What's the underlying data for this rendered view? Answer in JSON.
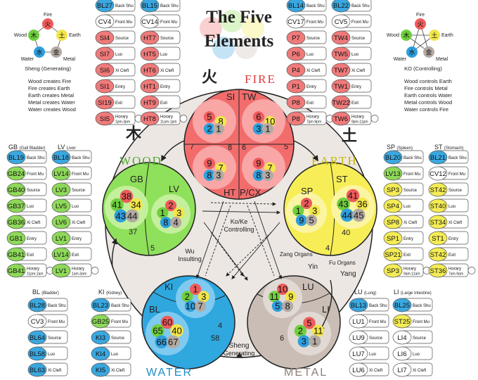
{
  "title_line1": "The Five",
  "title_line2": "Elements",
  "sheng_legend": {
    "caption": "Sheng (Generating)",
    "labels": {
      "fire": "Fire",
      "wood": "Wood",
      "earth": "Earth",
      "water": "Water",
      "metal": "Metal"
    },
    "lines": [
      "Wood creates Fire",
      "Fire creates Earth",
      "Earth creates Metal",
      "Metal creates Water",
      "Water creates Wood"
    ]
  },
  "ko_legend": {
    "caption": "KO (Controlling)",
    "labels": {
      "fire": "Fire",
      "wood": "Wood",
      "earth": "Earth",
      "water": "Water",
      "metal": "Metal"
    },
    "lines": [
      "Wood controls Earth",
      "Fire controls Metal",
      "Earth controls Water",
      "Metal controls Wood",
      "Water controls Fire"
    ]
  },
  "glyphs": {
    "fire": "火",
    "wood": "木",
    "earth": "土",
    "water": "水",
    "metal": "金"
  },
  "elements": {
    "fire": {
      "label": "FIRE",
      "glyph": "火",
      "organs": [
        "SI",
        "TW",
        "HT",
        "P/CX"
      ]
    },
    "wood": {
      "label": "WOOD",
      "glyph": "木",
      "organs": [
        "GB",
        "LV"
      ]
    },
    "earth": {
      "label": "EARTH",
      "glyph": "土",
      "organs": [
        "SP",
        "ST"
      ]
    },
    "water": {
      "label": "WATER",
      "organs": [
        "KI",
        "BL"
      ]
    },
    "metal": {
      "label": "METAL",
      "organs": [
        "LU",
        "LI"
      ]
    }
  },
  "center": {
    "controlling": [
      "Ko/Ke",
      "Controlling"
    ],
    "insulting": [
      "Wu",
      "Insulting"
    ],
    "zang": "Zang Organs",
    "fu": "Fu Organs",
    "yin": "Yin",
    "yang": "Yang",
    "generating": [
      "Sheng",
      "Generating"
    ]
  },
  "point_labels": {
    "fire_si": [
      "5",
      "8",
      "2",
      "1"
    ],
    "fire_tw": [
      "6",
      "10",
      "3",
      "1"
    ],
    "fire_ht": [
      "9",
      "7",
      "8",
      "3"
    ],
    "fire_pc": [
      "9",
      "7",
      "8",
      "3"
    ],
    "wood_gb": [
      "38",
      "41",
      "34",
      "43",
      "44"
    ],
    "wood_lv": [
      "2",
      "1",
      "3",
      "8",
      "4"
    ],
    "earth_sp": [
      "2",
      "1",
      "3",
      "9",
      "5"
    ],
    "earth_st": [
      "41",
      "43",
      "36",
      "44",
      "45"
    ],
    "water_ki": [
      "1",
      "2",
      "3",
      "10",
      "7"
    ],
    "water_bl": [
      "60",
      "65",
      "40",
      "66",
      "67"
    ],
    "metal_lu": [
      "10",
      "11",
      "9",
      "5",
      "8"
    ],
    "metal_li": [
      "5",
      "2",
      "11",
      "3",
      "1"
    ]
  },
  "ring_numbers": {
    "fire": [
      "7",
      "8",
      "6",
      "5"
    ],
    "wood": [
      "37",
      "5"
    ],
    "earth": [
      "40",
      "4"
    ],
    "water": [
      "4",
      "58"
    ],
    "metal": [
      "6"
    ]
  },
  "headers": {
    "gb": "GB",
    "gb_sub": "(Gall Bladder)",
    "lv": "LV",
    "lv_sub": "Liver",
    "sp": "SP",
    "sp_sub": "(Spleen)",
    "st": "ST",
    "st_sub": "(Stomach)",
    "bl": "BL",
    "bl_sub": "(Bladder)",
    "ki": "KI",
    "ki_sub": "(Kidney)",
    "lu": "LU",
    "lu_sub": "(Lung)",
    "li": "LI",
    "li_sub": "(Large Intestine)"
  },
  "tables": {
    "top_left": [
      [
        {
          "c": "BL27",
          "t": "Back Shu",
          "k": "b"
        },
        {
          "c": "BL15",
          "t": "Back Shu",
          "k": "b"
        }
      ],
      [
        {
          "c": "CV4",
          "t": "Front Mu",
          "k": "w"
        },
        {
          "c": "CV14",
          "t": "Front Mu",
          "k": "w"
        }
      ],
      [
        {
          "c": "SI4",
          "t": "Source",
          "k": "r"
        },
        {
          "c": "HT7",
          "t": "Source",
          "k": "r"
        }
      ],
      [
        {
          "c": "SI7",
          "t": "Luo",
          "k": "r"
        },
        {
          "c": "HT5",
          "t": "Luo",
          "k": "r"
        }
      ],
      [
        {
          "c": "SI6",
          "t": "Xi Cleft",
          "k": "r"
        },
        {
          "c": "HT6",
          "t": "Xi Cleft",
          "k": "r"
        }
      ],
      [
        {
          "c": "SI1",
          "t": "Entry",
          "k": "r"
        },
        {
          "c": "HT1",
          "t": "Entry",
          "k": "r"
        }
      ],
      [
        {
          "c": "SI19",
          "t": "Exit",
          "k": "r"
        },
        {
          "c": "HT9",
          "t": "Exit",
          "k": "r"
        }
      ],
      [
        {
          "c": "SI5",
          "t": "Horary",
          "t2": "1pm-3pm",
          "k": "r"
        },
        {
          "c": "HT8",
          "t": "Horary",
          "t2": "11am-1pm",
          "k": "r"
        }
      ]
    ],
    "top_right": [
      [
        {
          "c": "BL14",
          "t": "Back Shu",
          "k": "b"
        },
        {
          "c": "BL22",
          "t": "Back Shu",
          "k": "b"
        }
      ],
      [
        {
          "c": "CV17",
          "t": "Front Mu",
          "k": "w"
        },
        {
          "c": "CV5",
          "t": "Front Mu",
          "k": "w"
        }
      ],
      [
        {
          "c": "P7",
          "t": "Source",
          "k": "r"
        },
        {
          "c": "TW4",
          "t": "Source",
          "k": "r"
        }
      ],
      [
        {
          "c": "P6",
          "t": "Luo",
          "k": "r"
        },
        {
          "c": "TW5",
          "t": "Luo",
          "k": "r"
        }
      ],
      [
        {
          "c": "P4",
          "t": "Xi Cleft",
          "k": "r"
        },
        {
          "c": "TW7",
          "t": "Xi Cleft",
          "k": "r"
        }
      ],
      [
        {
          "c": "P1",
          "t": "Entry",
          "k": "r"
        },
        {
          "c": "TW1",
          "t": "Entry",
          "k": "r"
        }
      ],
      [
        {
          "c": "P8",
          "t": "Exit",
          "k": "r"
        },
        {
          "c": "TW22",
          "t": "Exit",
          "k": "r"
        }
      ],
      [
        {
          "c": "P8",
          "t": "Horary",
          "t2": "7pm-9pm",
          "k": "r"
        },
        {
          "c": "TW6",
          "t": "Horary",
          "t2": "9pm-11pm",
          "k": "r"
        }
      ]
    ],
    "mid_left": [
      [
        {
          "c": "BL19",
          "t": "Back Shu",
          "k": "b"
        },
        {
          "c": "BL18",
          "t": "Back Shu",
          "k": "b"
        }
      ],
      [
        {
          "c": "GB24",
          "t": "Front Mu",
          "k": "g"
        },
        {
          "c": "LV14",
          "t": "Front Mu",
          "k": "g"
        }
      ],
      [
        {
          "c": "GB40",
          "t": "Source",
          "k": "g"
        },
        {
          "c": "LV3",
          "t": "Source",
          "k": "g"
        }
      ],
      [
        {
          "c": "GB37",
          "t": "Luo",
          "k": "g"
        },
        {
          "c": "LV5",
          "t": "Luo",
          "k": "g"
        }
      ],
      [
        {
          "c": "GB36",
          "t": "Xi Cleft",
          "k": "g"
        },
        {
          "c": "LV6",
          "t": "Xi Cleft",
          "k": "g"
        }
      ],
      [
        {
          "c": "GB1",
          "t": "Entry",
          "k": "g"
        },
        {
          "c": "LV1",
          "t": "Entry",
          "k": "g"
        }
      ],
      [
        {
          "c": "GB41",
          "t": "Exit",
          "k": "g"
        },
        {
          "c": "LV14",
          "t": "Exit",
          "k": "g"
        }
      ],
      [
        {
          "c": "GB41",
          "t": "Horary",
          "t2": "11pm-1am",
          "k": "g"
        },
        {
          "c": "LV1",
          "t": "Horary",
          "t2": "1am-3am",
          "k": "g"
        }
      ]
    ],
    "mid_right": [
      [
        {
          "c": "BL20",
          "t": "Back Shu",
          "k": "b"
        },
        {
          "c": "BL21",
          "t": "Back Shu",
          "k": "b"
        }
      ],
      [
        {
          "c": "LV13",
          "t": "Front Mu",
          "k": "g"
        },
        {
          "c": "CV12",
          "t": "Front Mu",
          "k": "w"
        }
      ],
      [
        {
          "c": "SP3",
          "t": "Source",
          "k": "y"
        },
        {
          "c": "ST42",
          "t": "Source",
          "k": "y"
        }
      ],
      [
        {
          "c": "SP4",
          "t": "Luo",
          "k": "y"
        },
        {
          "c": "ST40",
          "t": "Luo",
          "k": "y"
        }
      ],
      [
        {
          "c": "SP8",
          "t": "Xi Cleft",
          "k": "y"
        },
        {
          "c": "ST34",
          "t": "Xi Cleft",
          "k": "y"
        }
      ],
      [
        {
          "c": "SP1",
          "t": "Entry",
          "k": "y"
        },
        {
          "c": "ST1",
          "t": "Entry",
          "k": "y"
        }
      ],
      [
        {
          "c": "SP21",
          "t": "Exit",
          "k": "y"
        },
        {
          "c": "ST42",
          "t": "Exit",
          "k": "y"
        }
      ],
      [
        {
          "c": "SP3",
          "t": "Horary",
          "t2": "9am-11am",
          "k": "y"
        },
        {
          "c": "ST36",
          "t": "Horary",
          "t2": "7am-9am",
          "k": "y"
        }
      ]
    ],
    "bot_left": [
      [
        {
          "c": "BL28",
          "t": "Back Shu",
          "k": "b"
        },
        {
          "c": "BL23",
          "t": "Back Shu",
          "k": "b"
        }
      ],
      [
        {
          "c": "CV3",
          "t": "Front Mu",
          "k": "w"
        },
        {
          "c": "GB25",
          "t": "Front Mu",
          "k": "g"
        }
      ],
      [
        {
          "c": "BL64",
          "t": "Source",
          "k": "b"
        },
        {
          "c": "KI3",
          "t": "Source",
          "k": "b"
        }
      ],
      [
        {
          "c": "BL58",
          "t": "Luo",
          "k": "b"
        },
        {
          "c": "KI4",
          "t": "Luo",
          "k": "b"
        }
      ],
      [
        {
          "c": "BL63",
          "t": "Xi Cleft",
          "k": "b"
        },
        {
          "c": "KI5",
          "t": "Xi Cleft",
          "k": "b"
        }
      ]
    ],
    "bot_right": [
      [
        {
          "c": "BL13",
          "t": "Back Shu",
          "k": "b"
        },
        {
          "c": "BL25",
          "t": "Back Shu",
          "k": "b"
        }
      ],
      [
        {
          "c": "LU1",
          "t": "Front Mu",
          "k": "w"
        },
        {
          "c": "ST25",
          "t": "Front Mu",
          "k": "y"
        }
      ],
      [
        {
          "c": "LU9",
          "t": "Source",
          "k": "w"
        },
        {
          "c": "LI4",
          "t": "Source",
          "k": "w"
        }
      ],
      [
        {
          "c": "LU7",
          "t": "Luo",
          "k": "w"
        },
        {
          "c": "LI6",
          "t": "Luo",
          "k": "w"
        }
      ],
      [
        {
          "c": "LU6",
          "t": "Xi Cleft",
          "k": "w"
        },
        {
          "c": "LI7",
          "t": "Xi Cleft",
          "k": "w"
        }
      ]
    ]
  },
  "colors": {
    "fire": "#f26c6c",
    "wood": "#8fe05a",
    "earth": "#f7ee57",
    "water": "#2fa7df",
    "metal": "#c9bdb5",
    "dot_red": "#ef5b5b",
    "dot_yellow": "#f3e64a",
    "dot_blue": "#2f9fdc",
    "dot_green": "#6fcf3d",
    "dot_grey": "#b4aaa3",
    "badge_b": "#3aa8e0",
    "badge_w": "#ffffff",
    "badge_r": "#f07a7a",
    "badge_g": "#8ed959",
    "badge_y": "#f4ec55"
  }
}
